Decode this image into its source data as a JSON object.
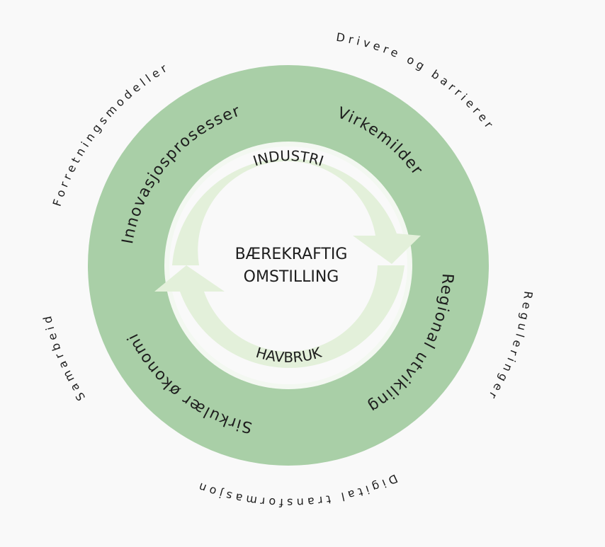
{
  "center": {
    "line1": "BÆREKRAFTIG",
    "line2": "OMSTILLING"
  },
  "cycle": {
    "top_label": "INDUSTRI",
    "bottom_label": "HAVBRUK"
  },
  "ring_labels": {
    "innovasjon": "Innovasjosprosesser",
    "virkemidler": "Virkemilder",
    "regional": "Regional utvikling",
    "sirkulaer": "Sirkulær økonomi"
  },
  "outer_labels": {
    "drivere": "Drivere og barrierer",
    "forretning": "Forretningsmodeller",
    "samarbeid": "Samarbeid",
    "reguleringer": "Reguleringer",
    "digital": "Digital transformasjon"
  },
  "colors": {
    "ring": "#a9cfa7",
    "inner_gap": "#f3f8f1",
    "arrow": "#e3f0da",
    "background": "#f9f9f9",
    "text": "#1d1d1d"
  }
}
